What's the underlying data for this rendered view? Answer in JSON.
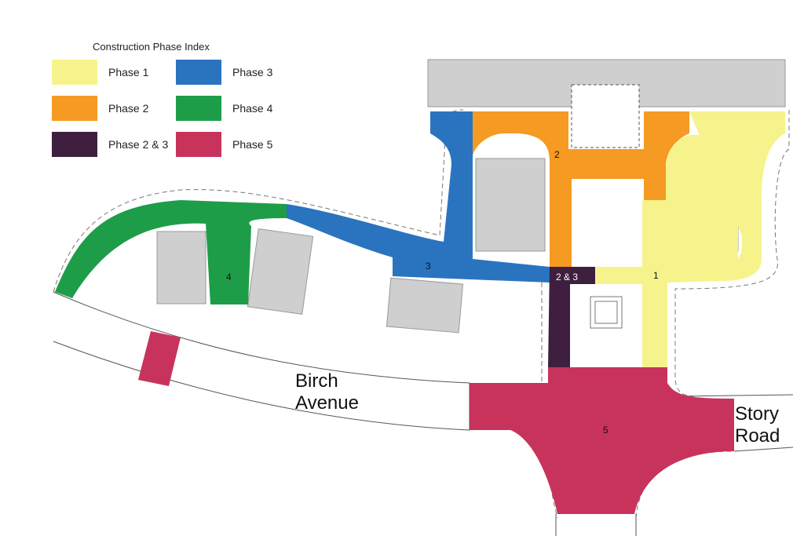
{
  "legend": {
    "title": "Construction Phase Index",
    "items": [
      {
        "label": "Phase 1",
        "color": "#F7F38C"
      },
      {
        "label": "Phase 2",
        "color": "#F59A23"
      },
      {
        "label": "Phase 2 & 3",
        "color": "#3F1F3F"
      },
      {
        "label": "Phase 3",
        "color": "#2A74BF"
      },
      {
        "label": "Phase 4",
        "color": "#1E9D48"
      },
      {
        "label": "Phase 5",
        "color": "#C8335C"
      }
    ]
  },
  "roads": {
    "birch": {
      "line1": "Birch",
      "line2": "Avenue"
    },
    "story": {
      "line1": "Story",
      "line2": "Road"
    }
  },
  "zones": {
    "phase1": "1",
    "phase2": "2",
    "phase23": "2 & 3",
    "phase3": "3",
    "phase4": "4",
    "phase5": "5"
  }
}
